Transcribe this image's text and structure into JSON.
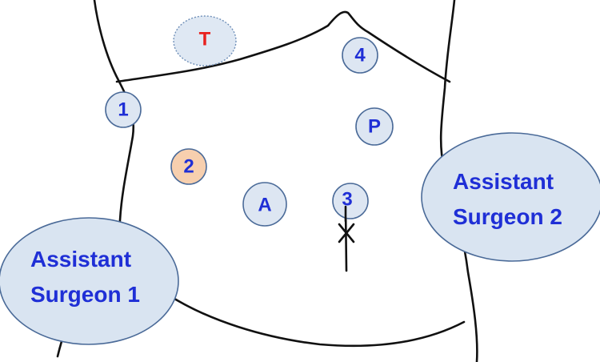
{
  "colors": {
    "port_text": "#1f2fd6",
    "trocar_text": "#e8211e",
    "port_fill": "#dde6f2",
    "highlight_fill": "#f7cfae",
    "outline": "#111111"
  },
  "ports": {
    "t": {
      "label": "T"
    },
    "p1": {
      "label": "1"
    },
    "p2": {
      "label": "2"
    },
    "p3": {
      "label": "3"
    },
    "p4": {
      "label": "4"
    },
    "a": {
      "label": "A"
    },
    "p": {
      "label": "P"
    }
  },
  "assistants": {
    "a1": {
      "line1": "Assistant",
      "line2": "Surgeon 1"
    },
    "a2": {
      "line1": "Assistant",
      "line2": "Surgeon 2"
    }
  }
}
